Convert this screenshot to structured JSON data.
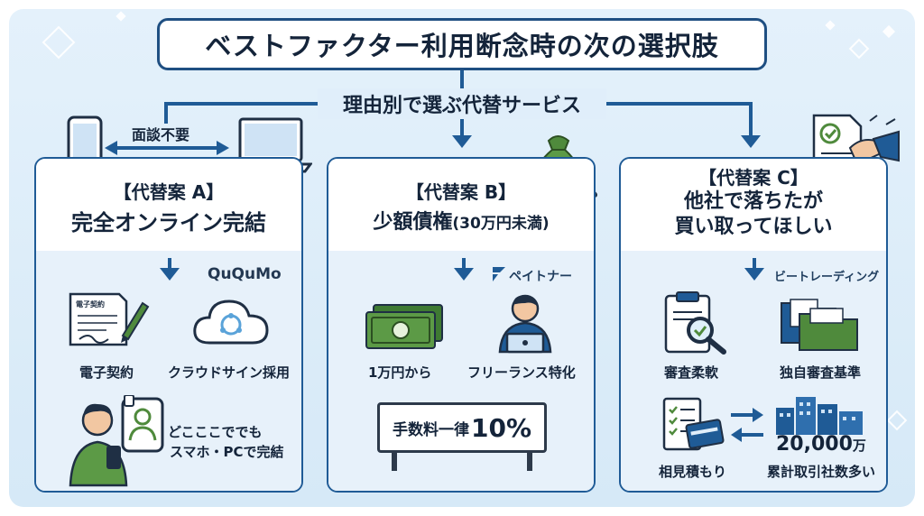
{
  "title": "ベストファクター利用断念時の次の選択肢",
  "reason_label": "理由別で選ぶ代替サービス",
  "no_interview_label": "面談不要",
  "panels": [
    {
      "tag": "【代替案 A】",
      "heading_lines": [
        "完全オンライン完結"
      ],
      "brand": "QuQuMo",
      "items": [
        {
          "icon": "e-contract-icon",
          "label": "電子契約",
          "icon_text": "電子契約"
        },
        {
          "icon": "cloud-sign-icon",
          "label": "クラウドサイン採用"
        },
        {
          "icon": "smartphone-user-icon",
          "label_lines": [
            "どこここででも",
            "スマホ・PCで完結"
          ]
        }
      ]
    },
    {
      "tag": "【代替案 B】",
      "heading": "少額債権",
      "heading_note": "(30万円未満)",
      "brand": "ペイトナー",
      "items": [
        {
          "icon": "banknote-icon",
          "label": "1万円から"
        },
        {
          "icon": "freelancer-icon",
          "label": "フリーランス特化"
        }
      ],
      "fee_prefix": "手数料一律",
      "fee_value": "10%"
    },
    {
      "tag": "【代替案 C】",
      "heading_lines": [
        "他社で落ちたが",
        "買い取ってほしい"
      ],
      "brand": "ビートレーディング",
      "items": [
        {
          "icon": "clipboard-magnifier-icon",
          "label": "審査柔軟"
        },
        {
          "icon": "folders-icon",
          "label": "独自審査基準"
        },
        {
          "icon": "quote-compare-icon",
          "label": "相見積もり"
        },
        {
          "icon": "buildings-icon",
          "label": "累計取引社数多い",
          "value": "20,000",
          "unit": "万"
        }
      ]
    }
  ],
  "colors": {
    "navy": "#1f5b96",
    "title_border": "#1f4f82",
    "background": "#d6e9f7",
    "panel_body": "#e7f1fa",
    "green": "#4f8a3c"
  }
}
